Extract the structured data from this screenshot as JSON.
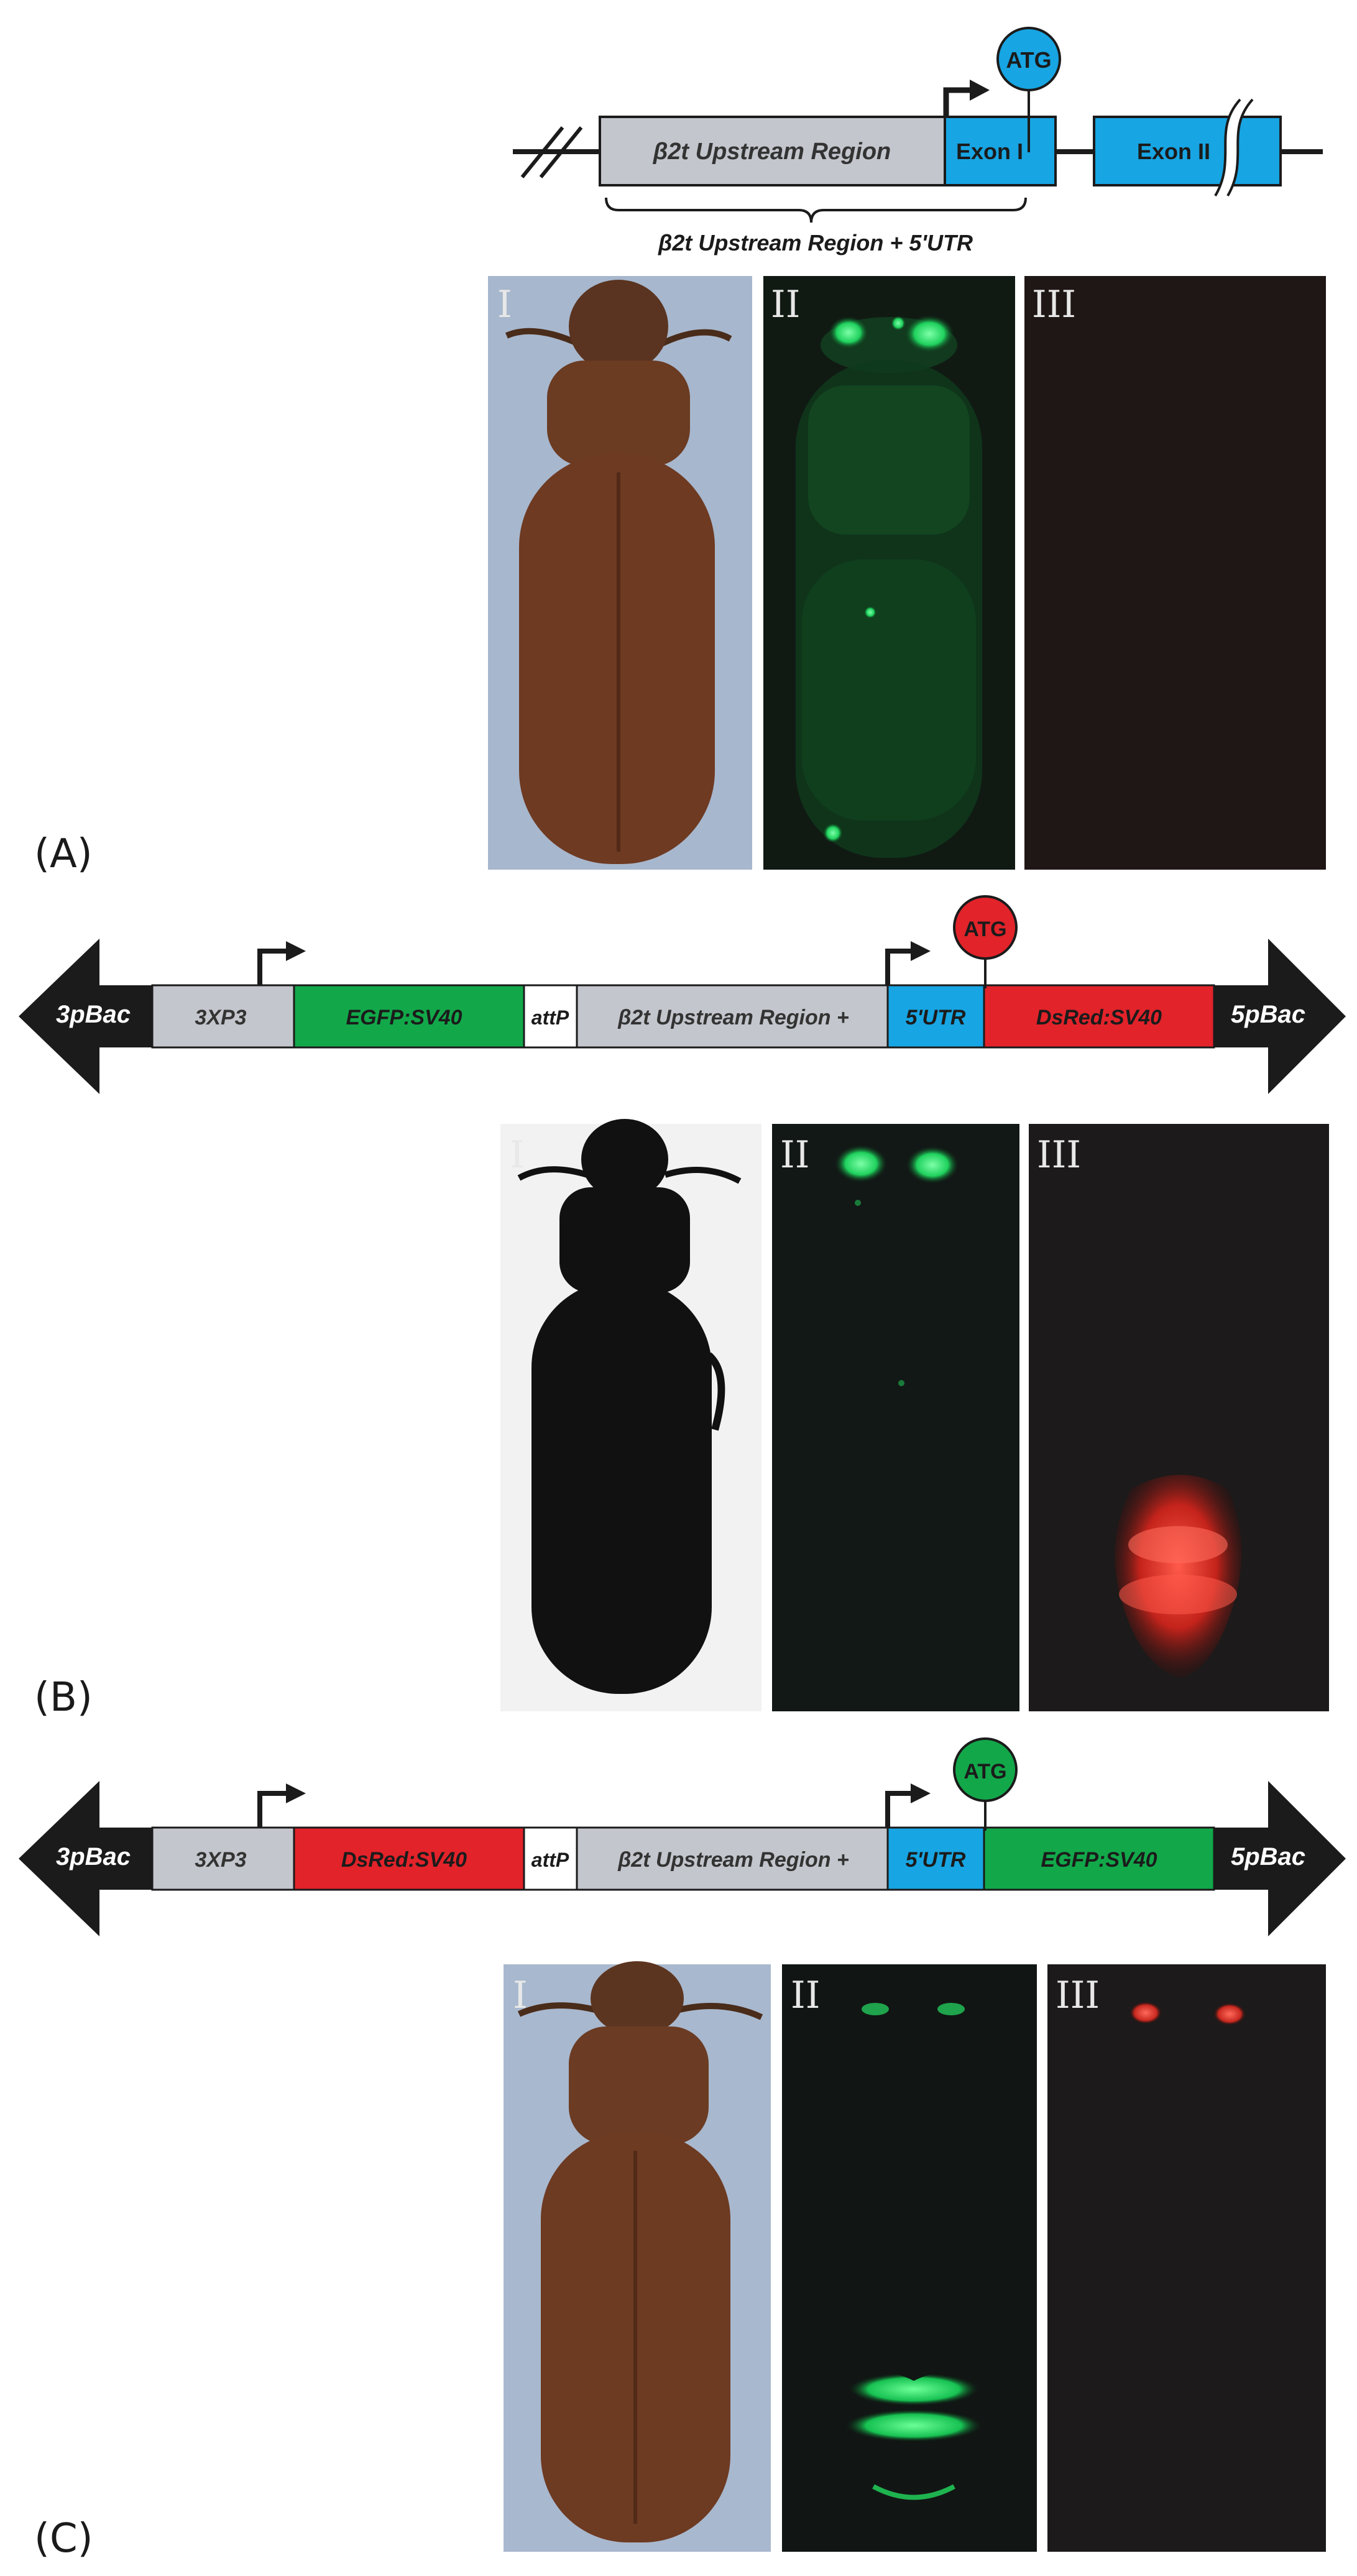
{
  "panels": {
    "A": {
      "letter": "(A)",
      "gene": {
        "upstream": "β2t Upstream Region",
        "exon1": "Exon I",
        "exon2": "Exon II",
        "atg": "ATG",
        "brace_label": "β2t Upstream Region +  5'UTR"
      },
      "images": [
        "I",
        "II",
        "III"
      ]
    },
    "B": {
      "letter": "(B)",
      "construct": {
        "left_arrow": "3pBac",
        "seg1": "3XP3",
        "seg2": "EGFP:SV40",
        "seg3": "attP",
        "seg4": "β2t Upstream Region +",
        "seg5": "5'UTR",
        "seg6": "DsRed:SV40",
        "right_arrow": "5pBac",
        "atg": "ATG"
      },
      "images": [
        "I",
        "II",
        "III"
      ]
    },
    "C": {
      "letter": "(C)",
      "construct": {
        "left_arrow": "3pBac",
        "seg1": "3XP3",
        "seg2": "DsRed:SV40",
        "seg3": "attP",
        "seg4": "β2t Upstream Region +",
        "seg5": "5'UTR",
        "seg6": "EGFP:SV40",
        "right_arrow": "5pBac",
        "atg": "ATG"
      },
      "images": [
        "I",
        "II",
        "III"
      ]
    }
  },
  "colors": {
    "grey": "#c3c6cc",
    "blue": "#17a5e3",
    "green": "#12a84a",
    "red": "#e2232a",
    "dark": "#1b1b1b"
  }
}
